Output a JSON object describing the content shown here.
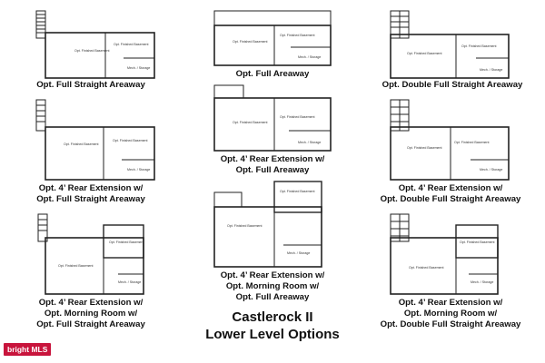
{
  "title": {
    "line1": "Castlerock II",
    "line2": "Lower Level Options"
  },
  "watermark": "bright MLS",
  "room_labels": {
    "finished_basement": "Opt. Finished Basement",
    "mech_storage": "Mech. / Storage"
  },
  "plans": [
    {
      "id": "full-straight-areaway",
      "caption_lines": [
        "Opt. Full Straight Areaway"
      ]
    },
    {
      "id": "full-areaway",
      "caption_lines": [
        "Opt. Full Areaway"
      ]
    },
    {
      "id": "double-full-straight-areaway",
      "caption_lines": [
        "Opt. Double Full Straight Areaway"
      ]
    },
    {
      "id": "rear-ext-full-areaway",
      "caption_lines": [
        "Opt. 4’ Rear Extension w/",
        "Opt. Full Areaway"
      ]
    },
    {
      "id": "rear-ext-full-straight",
      "caption_lines": [
        "Opt. 4’ Rear Extension w/",
        "Opt. Full Straight Areaway"
      ]
    },
    {
      "id": "rear-ext-double-full-straight",
      "caption_lines": [
        "Opt. 4’ Rear Extension w/",
        "Opt. Double Full Straight Areaway"
      ]
    },
    {
      "id": "rear-ext-morning-full-straight",
      "caption_lines": [
        "Opt. 4’ Rear Extension w/",
        "Opt. Morning Room w/",
        "Opt. Full Straight Areaway"
      ]
    },
    {
      "id": "rear-ext-morning-full-areaway",
      "caption_lines": [
        "Opt. 4’ Rear Extension w/",
        "Opt. Morning Room w/",
        "Opt. Full Areaway"
      ]
    },
    {
      "id": "rear-ext-morning-double-full-straight",
      "caption_lines": [
        "Opt. 4’ Rear Extension w/",
        "Opt. Morning Room w/",
        "Opt. Double Full Straight Areaway"
      ]
    }
  ]
}
